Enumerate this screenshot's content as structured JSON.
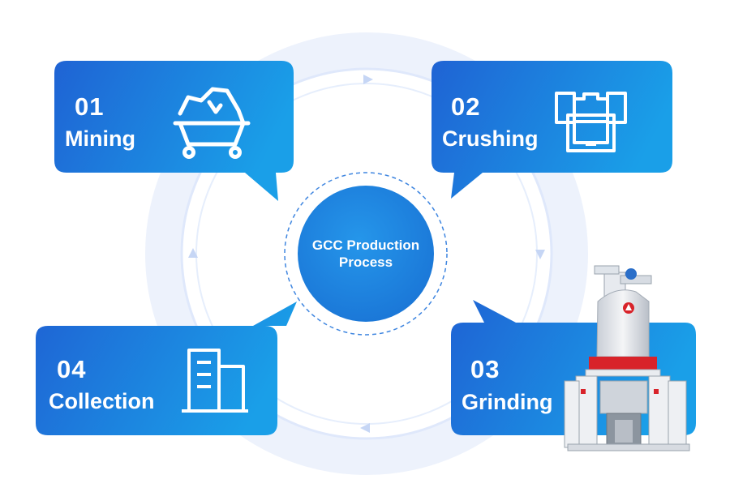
{
  "center": {
    "title_line1": "GCC Production",
    "title_line2": "Process"
  },
  "steps": [
    {
      "number": "01",
      "label": "Mining",
      "icon": "mine-cart-icon"
    },
    {
      "number": "02",
      "label": "Crushing",
      "icon": "crusher-icon"
    },
    {
      "number": "03",
      "label": "Grinding",
      "icon": "grinding-mill-icon"
    },
    {
      "number": "04",
      "label": "Collection",
      "icon": "silo-building-icon"
    }
  ],
  "colors": {
    "box_gradient_start": "#1f64d6",
    "box_gradient_end": "#1a9be6",
    "center_circle": "#1f8ae2",
    "ring_outer": "#eef3fd",
    "ring_inner": "#dce7fb",
    "dashed": "#3f86e0"
  }
}
